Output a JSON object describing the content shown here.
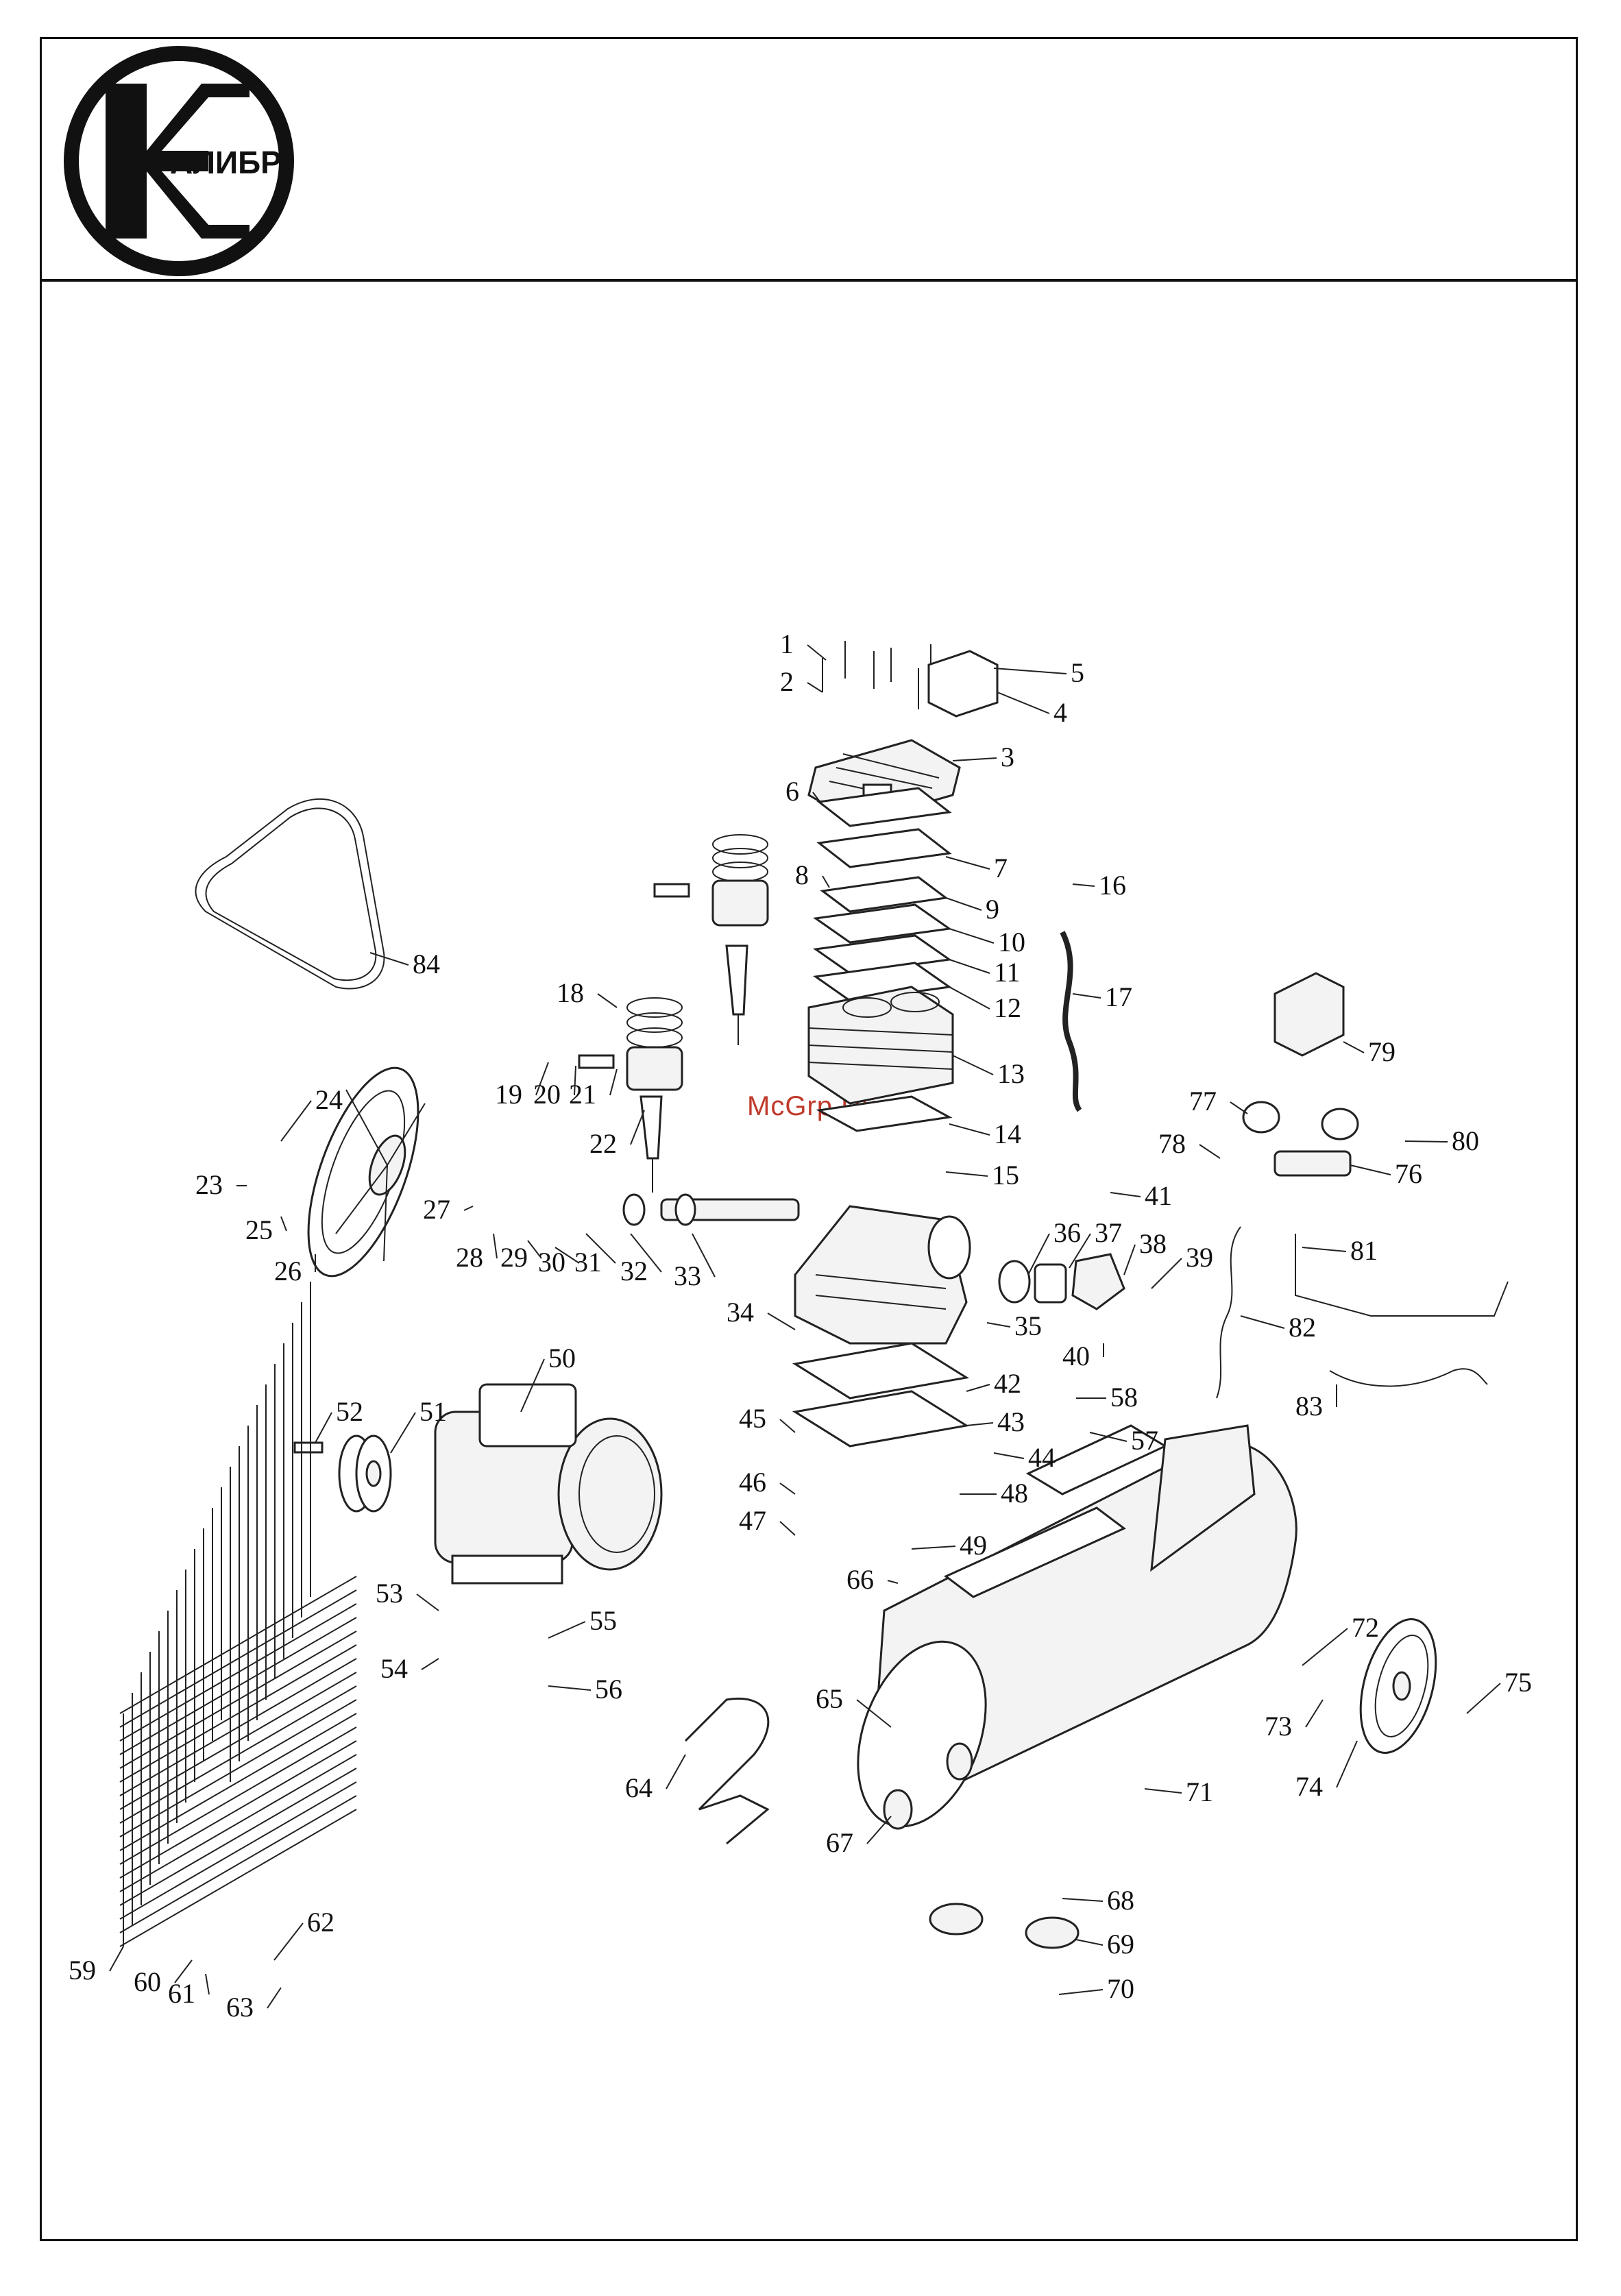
{
  "logo": {
    "text": "АЛИБР",
    "letter": "К"
  },
  "watermark": "McGrp.Ru",
  "part_numbers": [
    "1",
    "2",
    "3",
    "4",
    "5",
    "6",
    "7",
    "8",
    "9",
    "10",
    "11",
    "12",
    "13",
    "14",
    "15",
    "16",
    "17",
    "18",
    "19",
    "20",
    "21",
    "22",
    "23",
    "24",
    "25",
    "26",
    "27",
    "28",
    "29",
    "30",
    "31",
    "32",
    "33",
    "34",
    "35",
    "36",
    "37",
    "38",
    "39",
    "40",
    "41",
    "42",
    "43",
    "44",
    "45",
    "46",
    "47",
    "48",
    "49",
    "50",
    "51",
    "52",
    "53",
    "54",
    "55",
    "56",
    "57",
    "58",
    "59",
    "60",
    "61",
    "62",
    "63",
    "64",
    "65",
    "66",
    "67",
    "68",
    "69",
    "70",
    "71",
    "72",
    "73",
    "74",
    "75",
    "76",
    "77",
    "78",
    "79",
    "80",
    "81",
    "82",
    "83",
    "84"
  ]
}
